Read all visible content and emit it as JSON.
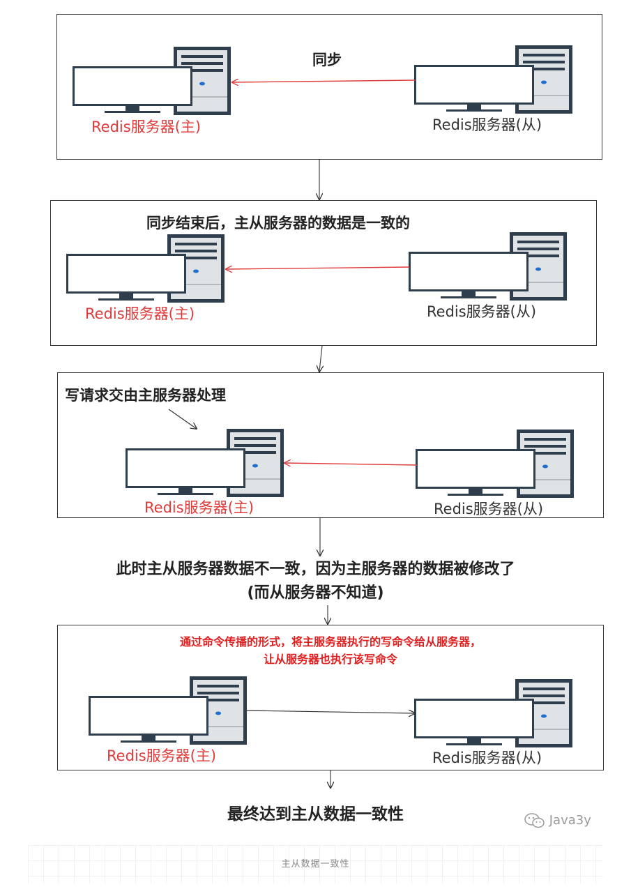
{
  "panels": [
    {
      "title": "同步",
      "master_label": "Redis服务器(主)",
      "slave_label": "Redis服务器(从)"
    },
    {
      "title": "同步结束后，主从服务器的数据是一致的",
      "master_label": "Redis服务器(主)",
      "slave_label": "Redis服务器(从)"
    },
    {
      "title": "写请求交由主服务器处理",
      "master_label": "Redis服务器(主)",
      "slave_label": "Redis服务器(从)"
    },
    {
      "red_line1": "通过命令传播的形式，将主服务器执行的写命令给从服务器，",
      "red_line2": "让从服务器也执行该写命令",
      "master_label": "Redis服务器(主)",
      "slave_label": "Redis服务器(从)"
    }
  ],
  "inconsistent_line1": "此时主从服务器数据不一致，因为主服务器的数据被修改了",
  "inconsistent_line2": "(而从服务器不知道)",
  "final_text": "最终达到主从数据一致性",
  "watermark": "Java3y",
  "caption": "主从数据一致性",
  "colors": {
    "master": "#e03a3a",
    "red_arrow": "#e03a3a",
    "server_dark": "#2f3e4c"
  }
}
